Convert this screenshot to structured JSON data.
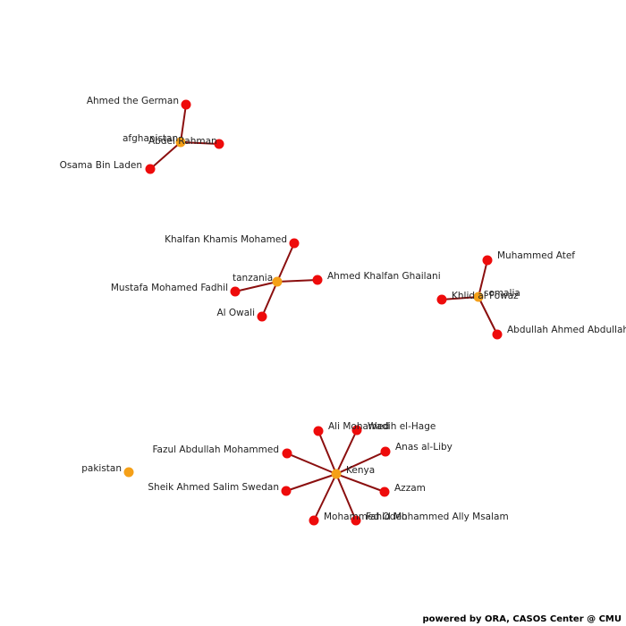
{
  "colors": {
    "person_node": "#ee0b0b",
    "location_node": "#f5a018",
    "edge": "#8b0f0f",
    "background": "#ffffff"
  },
  "footer": "powered by ORA, CASOS Center @ CMU",
  "nodes": [
    {
      "id": "afghanistan",
      "label": "afghanistan",
      "kind": "location"
    },
    {
      "id": "ahmed-german",
      "label": "Ahmed the German",
      "kind": "person"
    },
    {
      "id": "abdel-rahman",
      "label": "Abdel Rahman",
      "kind": "person"
    },
    {
      "id": "osama",
      "label": "Osama Bin Laden",
      "kind": "person"
    },
    {
      "id": "tanzania",
      "label": "tanzania",
      "kind": "location"
    },
    {
      "id": "khalfan-khamis",
      "label": "Khalfan Khamis Mohamed",
      "kind": "person"
    },
    {
      "id": "ahmed-ghailani",
      "label": "Ahmed Khalfan Ghailani",
      "kind": "person"
    },
    {
      "id": "mustafa-fadhil",
      "label": "Mustafa Mohamed Fadhil",
      "kind": "person"
    },
    {
      "id": "al-owali",
      "label": "Al Owali",
      "kind": "person"
    },
    {
      "id": "somalia",
      "label": "somalia",
      "kind": "location"
    },
    {
      "id": "muhammed-atef",
      "label": "Muhammed Atef",
      "kind": "person"
    },
    {
      "id": "khlid-fowaz",
      "label": "Khlid al Fowaz",
      "kind": "person"
    },
    {
      "id": "abdullah-ahmed",
      "label": "Abdullah Ahmed Abdullah",
      "kind": "person"
    },
    {
      "id": "kenya",
      "label": "Kenya",
      "kind": "location"
    },
    {
      "id": "ali-mohamed",
      "label": "Ali Mohamed",
      "kind": "person"
    },
    {
      "id": "wadih",
      "label": "Wadih el-Hage",
      "kind": "person"
    },
    {
      "id": "fazul",
      "label": "Fazul Abdullah Mohammed",
      "kind": "person"
    },
    {
      "id": "anas",
      "label": "Anas al-Liby",
      "kind": "person"
    },
    {
      "id": "sheik-swedan",
      "label": "Sheik Ahmed Salim Swedan",
      "kind": "person"
    },
    {
      "id": "azzam",
      "label": "Azzam",
      "kind": "person"
    },
    {
      "id": "mohammed-odeh",
      "label": "Mohammed Odeh",
      "kind": "person"
    },
    {
      "id": "msalam",
      "label": "Fahid Mohammed Ally Msalam",
      "kind": "person"
    },
    {
      "id": "pakistan",
      "label": "pakistan",
      "kind": "location"
    }
  ],
  "edges": [
    {
      "source": "afghanistan",
      "target": "ahmed-german"
    },
    {
      "source": "afghanistan",
      "target": "abdel-rahman"
    },
    {
      "source": "afghanistan",
      "target": "osama"
    },
    {
      "source": "tanzania",
      "target": "khalfan-khamis"
    },
    {
      "source": "tanzania",
      "target": "ahmed-ghailani"
    },
    {
      "source": "tanzania",
      "target": "mustafa-fadhil"
    },
    {
      "source": "tanzania",
      "target": "al-owali"
    },
    {
      "source": "somalia",
      "target": "muhammed-atef"
    },
    {
      "source": "somalia",
      "target": "khlid-fowaz"
    },
    {
      "source": "somalia",
      "target": "abdullah-ahmed"
    },
    {
      "source": "kenya",
      "target": "ali-mohamed"
    },
    {
      "source": "kenya",
      "target": "wadih"
    },
    {
      "source": "kenya",
      "target": "fazul"
    },
    {
      "source": "kenya",
      "target": "anas"
    },
    {
      "source": "kenya",
      "target": "sheik-swedan"
    },
    {
      "source": "kenya",
      "target": "azzam"
    },
    {
      "source": "kenya",
      "target": "mohammed-odeh"
    },
    {
      "source": "kenya",
      "target": "msalam"
    }
  ]
}
